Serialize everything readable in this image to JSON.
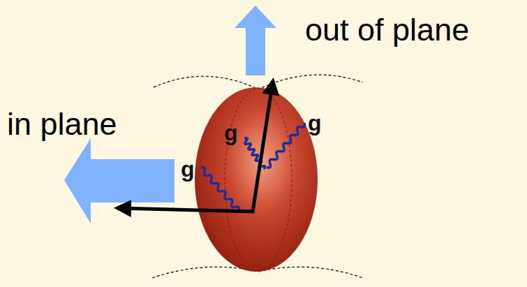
{
  "diagram": {
    "labels": [
      "out of plane",
      "in plane",
      "g",
      "g",
      "g"
    ]
  }
}
